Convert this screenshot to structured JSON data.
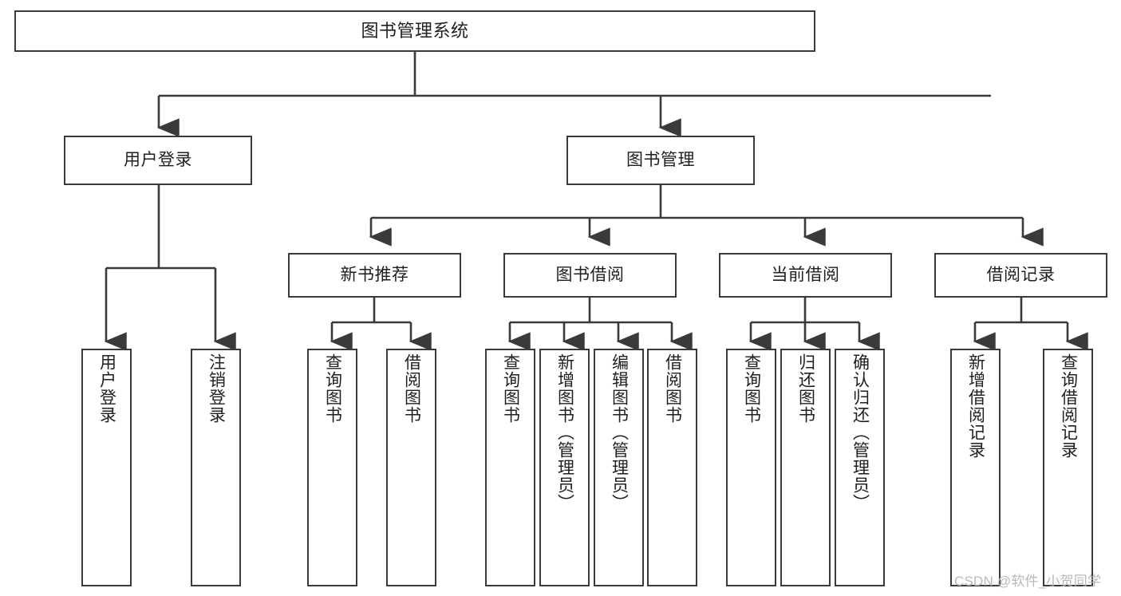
{
  "diagram": {
    "type": "tree-hierarchy-chart",
    "title": "图书管理系统",
    "orientation": "top-down",
    "colors": {
      "box_border": "#3a3a3a",
      "box_fill": "#ffffff",
      "connector": "#3a3a3a",
      "text": "#1f1f1f",
      "watermark": "#b9b9b9",
      "background": "#ffffff"
    },
    "root": {
      "label": "图书管理系统"
    },
    "level2": [
      {
        "label": "用户登录"
      },
      {
        "label": "图书管理"
      }
    ],
    "level3": [
      {
        "label": "新书推荐"
      },
      {
        "label": "图书借阅"
      },
      {
        "label": "当前借阅"
      },
      {
        "label": "借阅记录"
      }
    ],
    "leaves": {
      "user_login": [
        {
          "label": "用户登录"
        },
        {
          "label": "注销登录"
        }
      ],
      "new_book_recommend": [
        {
          "label": "查询图书"
        },
        {
          "label": "借阅图书"
        }
      ],
      "book_borrow": [
        {
          "label": "查询图书"
        },
        {
          "label": "新增图书（管理员）"
        },
        {
          "label": "编辑图书（管理员）"
        },
        {
          "label": "借阅图书"
        }
      ],
      "current_borrow": [
        {
          "label": "查询图书"
        },
        {
          "label": "归还图书"
        },
        {
          "label": "确认归还（管理员）"
        }
      ],
      "borrow_record": [
        {
          "label": "新增借阅记录"
        },
        {
          "label": "查询借阅记录"
        }
      ]
    },
    "watermark": "CSDN @软件_小贺同学"
  }
}
